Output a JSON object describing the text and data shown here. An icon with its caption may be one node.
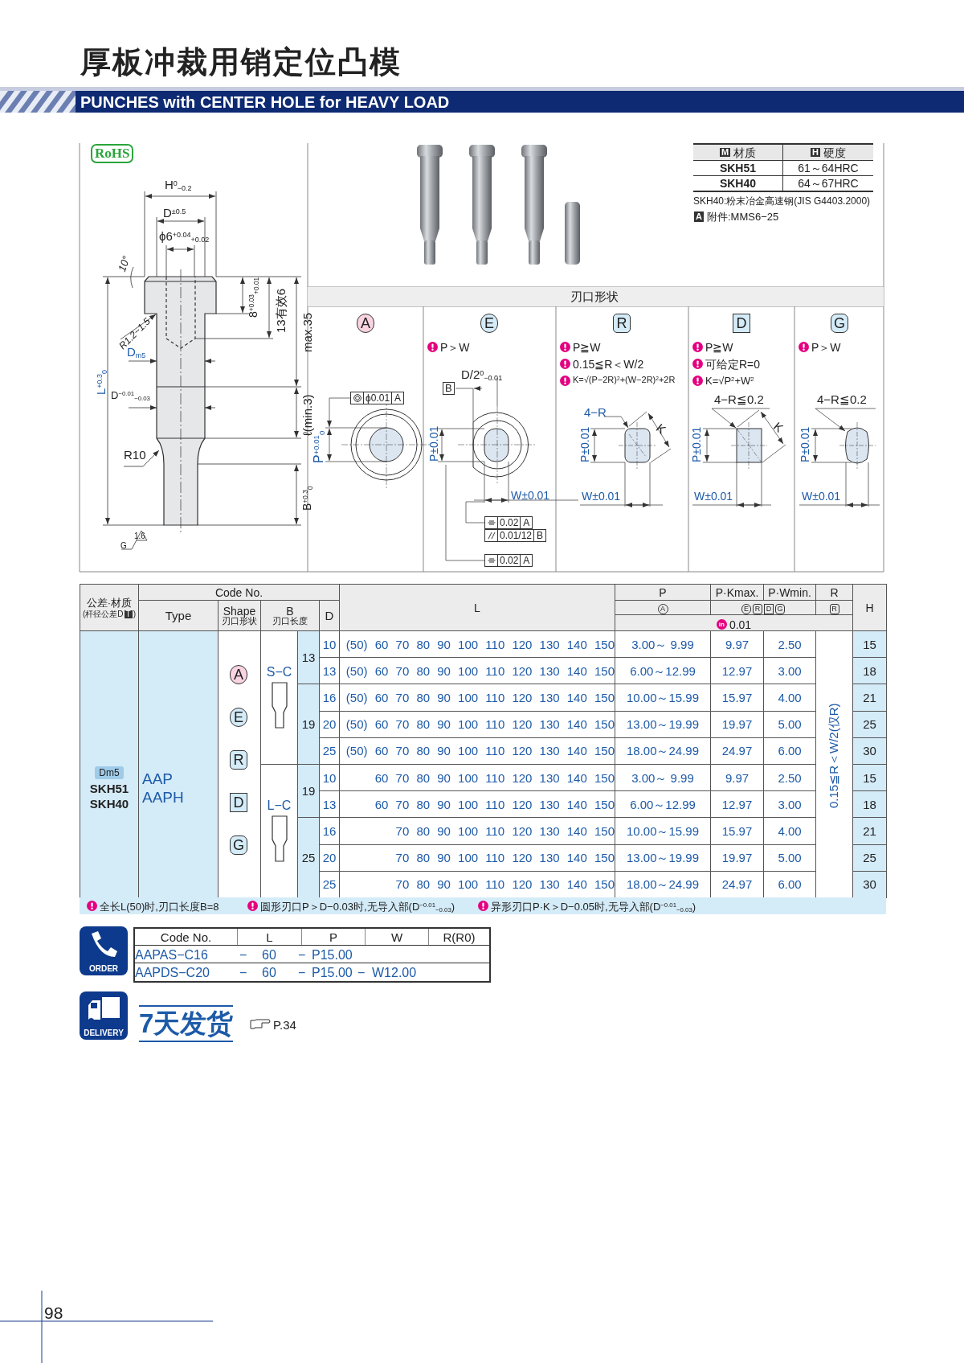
{
  "diagram": {
    "title": "厚板冲裁用销定位凸模",
    "labels": [
      "PUNCHES with CENTER HOLE for HEAVY LOAD",
      "RoHS",
      "H$^{0}$$_{−0.2}$",
      "D$^{±0.5}$",
      "ϕ6$^{+0.04}$$_{+0.02}$",
      "10°",
      "R1.2~1.5",
      "8$^{+0.03}$$_{+0.01}$",
      "13有效6",
      "max.35",
      "D$_{m5}$",
      "L$^{+0.3}$$_{0}$",
      "D$^{−0.01}$$_{−0.03}$",
      "ℓ(min.3)",
      "R10",
      "B$^{+0.3}$$_{0}$",
      "G",
      "1.6",
      "M",
      "材质",
      "H",
      "硬度",
      "SKH51",
      "61～64HRC",
      "SKH40",
      "64～67HRC",
      "SKH40:粉末冶金高速钢(JIS G4403.2000)",
      "A",
      "附件:MMS6−25",
      "刃口形状",
      "A",
      "ϕ0.01",
      "A",
      "P$^{+0.01}$$_{0}$",
      "E",
      "P＞W",
      "B",
      "D/2$^{0}$$_{−0.01}$",
      "P±0.01",
      "W±0.01",
      "0.02",
      "A",
      "0.01/12",
      "B",
      "0.02",
      "A",
      "R",
      "P≧W",
      "0.15≦R＜W/2",
      "K=√(P−2R)$^{2}$+(W−2R)$^{2}$+2R",
      "4−R",
      "K",
      "P±0.01",
      "W±0.01",
      "D",
      "P≧W",
      "可给定R=0",
      "K=√P$^{2}$+W$^{2}$",
      "4−R≦0.2",
      "K",
      "P±0.01",
      "W±0.01",
      "G",
      "P＞W",
      "4−R≦0.2",
      "P±0.01",
      "W±0.01",
      "公差·材质",
      "(杆径公差D",
      "T",
      ")",
      "Code No.",
      "L",
      "P",
      "P·Kmax.",
      "P·Wmin.",
      "R",
      "H",
      "Type",
      "Shape",
      "刃口形状",
      "B",
      "刃口长度",
      "D",
      "A",
      "E",
      "R",
      "D",
      "G",
      "R",
      "in",
      "0.01",
      "Dm5",
      "SKH51",
      "SKH40",
      "AAP",
      "AAPH",
      "A",
      "E",
      "R",
      "D",
      "G",
      "S−C",
      "L−C",
      "0.15≦R＜W/2(仅R)",
      "13",
      "19",
      "19",
      "25",
      "10",
      "(50) 60 70 80 90 100 110 120 130 140 150",
      "3.00～ 9.99",
      "9.97",
      "2.50",
      "15",
      "13",
      "(50) 60 70 80 90 100 110 120 130 140 150",
      "6.00～12.99",
      "12.97",
      "3.00",
      "18",
      "16",
      "(50) 60 70 80 90 100 110 120 130 140 150",
      "10.00～15.99",
      "15.97",
      "4.00",
      "21",
      "20",
      "(50) 60 70 80 90 100 110 120 130 140 150",
      "13.00～19.99",
      "19.97",
      "5.00",
      "25",
      "25",
      "(50) 60 70 80 90 100 110 120 130 140 150",
      "18.00～24.99",
      "24.97",
      "6.00",
      "30",
      "10",
      "60 70 80 90 100 110 120 130 140 150",
      "3.00～ 9.99",
      "9.97",
      "2.50",
      "15",
      "13",
      "60 70 80 90 100 110 120 130 140 150",
      "6.00～12.99",
      "12.97",
      "3.00",
      "18",
      "16",
      "70 80 90 100 110 120 130 140 150",
      "10.00～15.99",
      "15.97",
      "4.00",
      "21",
      "20",
      "70 80 90 100 110 120 130 140 150",
      "13.00～19.99",
      "19.97",
      "5.00",
      "25",
      "25",
      "70 80 90 100 110 120 130 140 150",
      "18.00～24.99",
      "24.97",
      "6.00",
      "30",
      "全长L(50)时,刃口长度B=8",
      "圆形刃口P＞D−0.03时,无导入部(D$^{−0.01}$$_{−0.03}$)",
      "异形刃口P·K＞D−0.05时,无导入部(D$^{−0.01}$$_{−0.03}$)",
      "ORDER",
      "Code No.",
      "L",
      "P",
      "W",
      "R(R0)",
      "AAPAS−C16",
      "−",
      "60",
      "−",
      "P15.00",
      "AAPDS−C20",
      "−",
      "60",
      "−",
      "P15.00",
      "−",
      "W12.00",
      "DELIVERY",
      "7天发货",
      "P.34",
      "98"
    ]
  }
}
